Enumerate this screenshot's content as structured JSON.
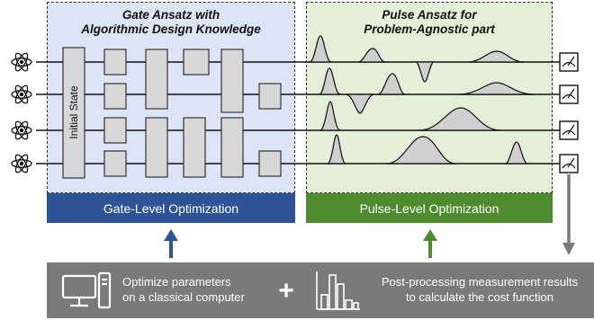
{
  "gate_panel": {
    "title_line1": "Gate Ansatz with",
    "title_line2": "Algorithmic Design Knowledge",
    "initial_state_label": "Initial State",
    "bar_label": "Gate-Level Optimization",
    "bar_color": "#2c5496",
    "bg_color": "#dbe5f5"
  },
  "pulse_panel": {
    "title_line1": "Pulse Ansatz for",
    "title_line2": "Problem-Agnostic part",
    "bar_label": "Pulse-Level Optimization",
    "bar_color": "#4e8b2e",
    "bg_color": "#e3efd6"
  },
  "bottom": {
    "left_line1": "Optimize parameters",
    "left_line2": "on a classical computer",
    "plus": "+",
    "right_line1": "Post-processing measurement results",
    "right_line2": "to calculate the cost function",
    "bg_color": "#7a7a7a"
  },
  "icons": {
    "qubit": "atom-icon",
    "measurement": "meter-icon",
    "computer": "computer-icon",
    "histogram": "bar-chart-icon"
  }
}
